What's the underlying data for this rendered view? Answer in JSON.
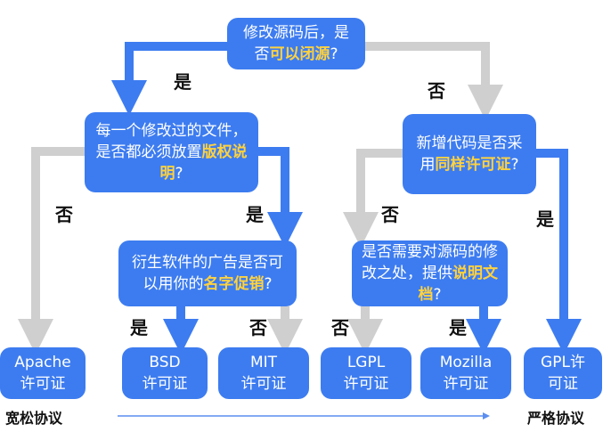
{
  "nodes": {
    "root": {
      "pre": "修改源码后，是否",
      "hl": "可以闭源",
      "post": "?"
    },
    "left_q": {
      "pre": "每一个修改过的文件，是否都必须放置",
      "hl": "版权说明",
      "post": "?"
    },
    "right_q": {
      "pre": "新增代码是否采用",
      "hl": "同样许可证",
      "post": "?"
    },
    "mid_left_q": {
      "pre": "衍生软件的广告是否可以用你的",
      "hl": "名字促销",
      "post": "?"
    },
    "mid_right_q": {
      "pre": "是否需要对源码的修改之处，提供",
      "hl": "说明文档",
      "post": "?"
    }
  },
  "leaves": {
    "apache": {
      "line1": "Apache",
      "line2": "许可证"
    },
    "bsd": {
      "line1": "BSD",
      "line2": "许可证"
    },
    "mit": {
      "line1": "MIT",
      "line2": "许可证"
    },
    "lgpl": {
      "line1": "LGPL",
      "line2": "许可证"
    },
    "mozilla": {
      "line1": "Mozilla",
      "line2": "许可证"
    },
    "gpl": {
      "line1": "GPL许",
      "line2": "可证"
    }
  },
  "edges": {
    "root_left": "是",
    "root_right": "否",
    "left_apache": "否",
    "left_mid": "是",
    "mid_bsd": "是",
    "mid_mit": "否",
    "right_mid": "否",
    "right_gpl": "是",
    "midright_lgpl": "否",
    "midright_mozilla": "是"
  },
  "axis": {
    "left": "宽松协议",
    "right": "严格协议"
  },
  "colors": {
    "box": "#3d7cf0",
    "highlight": "#ffd23f",
    "yes_arrow": "#3d7cf0",
    "no_arrow": "#cfcfcf",
    "axis_line": "#5b8ef0"
  }
}
